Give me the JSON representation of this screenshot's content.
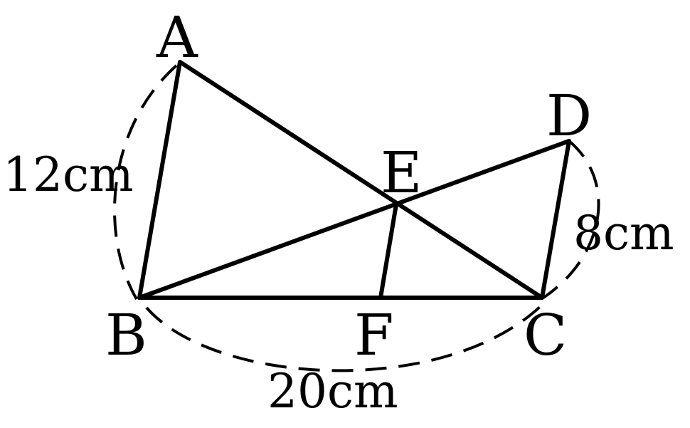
{
  "points": {
    "A": "A",
    "B": "B",
    "C": "C",
    "D": "D",
    "E": "E",
    "F": "F"
  },
  "lengths": {
    "AB": "12cm",
    "CD": "8cm",
    "BC": "20cm"
  }
}
